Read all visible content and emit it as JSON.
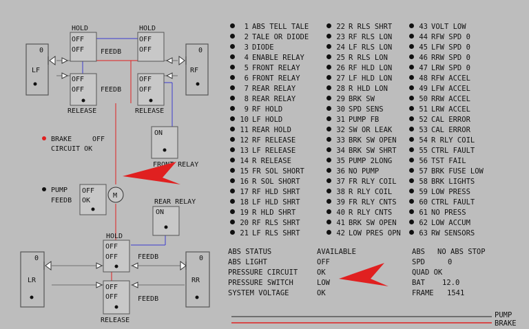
{
  "diagram": {
    "hold": "HOLD",
    "release": "RELEASE",
    "off": "OFF",
    "feedb": "FEEDB",
    "on": "ON",
    "zero": "0",
    "lf": "LF",
    "rf": "RF",
    "lr": "LR",
    "rr": "RR",
    "brake": "BRAKE",
    "brake_state": "OFF",
    "circuit_ok": "CIRCUIT OK",
    "front_relay": "FRONT RELAY",
    "rear_relay": "REAR RELAY",
    "pump": "PUMP",
    "pump_feedb": "FEEDB",
    "pump_off": "OFF",
    "pump_ok": "OK",
    "motor": "M"
  },
  "codes": [
    {
      "n": "1",
      "t": "ABS TELL TALE"
    },
    {
      "n": "2",
      "t": "TALE OR DIODE"
    },
    {
      "n": "3",
      "t": "DIODE"
    },
    {
      "n": "4",
      "t": "ENABLE RELAY"
    },
    {
      "n": "5",
      "t": "FRONT RELAY"
    },
    {
      "n": "6",
      "t": "FRONT RELAY"
    },
    {
      "n": "7",
      "t": "REAR RELAY"
    },
    {
      "n": "8",
      "t": "REAR RELAY"
    },
    {
      "n": "9",
      "t": "RF HOLD"
    },
    {
      "n": "10",
      "t": "LF HOLD"
    },
    {
      "n": "11",
      "t": "REAR HOLD"
    },
    {
      "n": "12",
      "t": "RF RELEASE"
    },
    {
      "n": "13",
      "t": "LF RELEASE"
    },
    {
      "n": "14",
      "t": "R RELEASE"
    },
    {
      "n": "15",
      "t": "FR SOL SHORT"
    },
    {
      "n": "16",
      "t": "R SOL SHORT"
    },
    {
      "n": "17",
      "t": "RF HLD SHRT"
    },
    {
      "n": "18",
      "t": "LF HLD SHRT"
    },
    {
      "n": "19",
      "t": "R HLD SHRT"
    },
    {
      "n": "20",
      "t": "RF RLS SHRT"
    },
    {
      "n": "21",
      "t": "LF RLS SHRT"
    },
    {
      "n": "22",
      "t": "R RLS SHRT"
    },
    {
      "n": "23",
      "t": "RF RLS LON"
    },
    {
      "n": "24",
      "t": "LF RLS LON"
    },
    {
      "n": "25",
      "t": "R RLS LON"
    },
    {
      "n": "26",
      "t": "RF HLD LON"
    },
    {
      "n": "27",
      "t": "LF HLD LON"
    },
    {
      "n": "28",
      "t": "R HLD LON"
    },
    {
      "n": "29",
      "t": "BRK SW"
    },
    {
      "n": "30",
      "t": "SPD SENS"
    },
    {
      "n": "31",
      "t": "PUMP FB"
    },
    {
      "n": "32",
      "t": "SW OR LEAK"
    },
    {
      "n": "33",
      "t": "BRK SW OPEN"
    },
    {
      "n": "34",
      "t": "BRK SW SHRT"
    },
    {
      "n": "35",
      "t": "PUMP 2LONG"
    },
    {
      "n": "36",
      "t": "NO PUMP"
    },
    {
      "n": "37",
      "t": "FR RLY COIL"
    },
    {
      "n": "38",
      "t": "R RLY COIL"
    },
    {
      "n": "39",
      "t": "FR RLY CNTS"
    },
    {
      "n": "40",
      "t": "R RLY CNTS"
    },
    {
      "n": "41",
      "t": "BRK SW OPEN"
    },
    {
      "n": "42",
      "t": "LOW PRES OPN"
    },
    {
      "n": "43",
      "t": "VOLT LOW"
    },
    {
      "n": "44",
      "t": "RFW SPD 0"
    },
    {
      "n": "45",
      "t": "LFW SPD 0"
    },
    {
      "n": "46",
      "t": "RRW SPD 0"
    },
    {
      "n": "47",
      "t": "LRW SPD 0"
    },
    {
      "n": "48",
      "t": "RFW ACCEL"
    },
    {
      "n": "49",
      "t": "LFW ACCEL"
    },
    {
      "n": "50",
      "t": "RRW ACCEL"
    },
    {
      "n": "51",
      "t": "LRW ACCEL"
    },
    {
      "n": "52",
      "t": "CAL ERROR"
    },
    {
      "n": "53",
      "t": "CAL ERROR"
    },
    {
      "n": "54",
      "t": "R RLY COIL"
    },
    {
      "n": "55",
      "t": "CTRL FAULT"
    },
    {
      "n": "56",
      "t": "TST FAIL"
    },
    {
      "n": "57",
      "t": "BRK FUSE LOW"
    },
    {
      "n": "58",
      "t": "BRK LIGHTS"
    },
    {
      "n": "59",
      "t": "LOW PRESS"
    },
    {
      "n": "60",
      "t": "CTRL FAULT"
    },
    {
      "n": "61",
      "t": "NO PRESS"
    },
    {
      "n": "62",
      "t": "LOW ACCUM"
    },
    {
      "n": "63",
      "t": "RW SENSORS"
    }
  ],
  "status": {
    "rows": [
      {
        "label": "ABS STATUS",
        "value": "AVAILABLE"
      },
      {
        "label": "ABS LIGHT",
        "value": "OFF"
      },
      {
        "label": "PRESSURE CIRCUIT",
        "value": "OK"
      },
      {
        "label": "PRESSURE SWITCH",
        "value": "LOW"
      },
      {
        "label": "SYSTEM VOLTAGE",
        "value": "OK"
      }
    ],
    "abs_label": "ABS",
    "abs_value": "NO ABS STOP",
    "spd_label": "SPD",
    "spd_value": "0",
    "quad": "QUAD OK",
    "bat_label": "BAT",
    "bat_value": "12.0",
    "frame_label": "FRAME",
    "frame_value": "1541"
  },
  "legend": {
    "pump": "PUMP",
    "brake": "BRAKE"
  },
  "colors": {
    "red": "#e02020",
    "blue": "#3a3ad0",
    "line": "#6a6a6a",
    "bg": "#bdbdbd"
  }
}
